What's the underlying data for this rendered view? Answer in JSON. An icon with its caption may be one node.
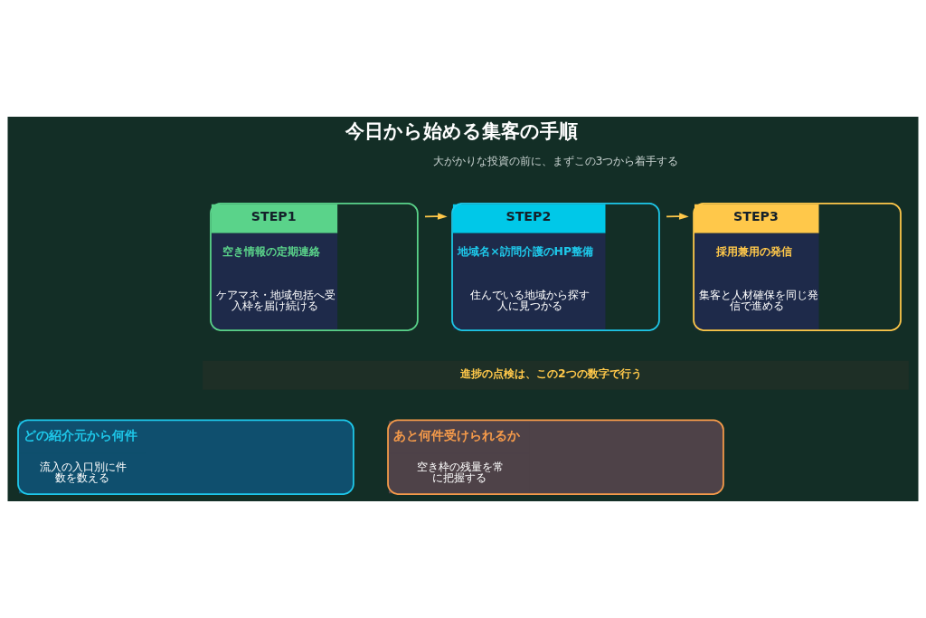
{
  "diagram": {
    "title": "今日から始める集客の手順",
    "nodes": [
      {
        "text": [
          "STEP1",
          "空き情報の定期連絡",
          "ケアマネ・地域包括へ受入枠を届け続ける"
        ]
      },
      {
        "text": [
          "STEP2",
          "地域名×訪問介護のHP整備",
          "住んでいる地域から探す人に見つかる"
        ]
      },
      {
        "text": [
          "STEP3",
          "採用兼用の発信",
          "集客と人材確保を同じ発信で進める"
        ]
      },
      {
        "text": [
          "進捗の点検は、この2つの数字で行う"
        ]
      },
      {
        "text": [
          "どの紹介元から何件",
          "流入の入口別に件数を数える"
        ]
      },
      {
        "text": [
          "あと何件受けられるか",
          "空き枠の残量を常に把握する"
        ]
      }
    ],
    "edges": [
      {
        "from": 0,
        "to": 1,
        "arrow": "to"
      },
      {
        "from": 1,
        "to": 2,
        "arrow": "to"
      }
    ],
    "labels": [
      "大がかりな投資の前に、まずこの3つから着手する"
    ]
  }
}
